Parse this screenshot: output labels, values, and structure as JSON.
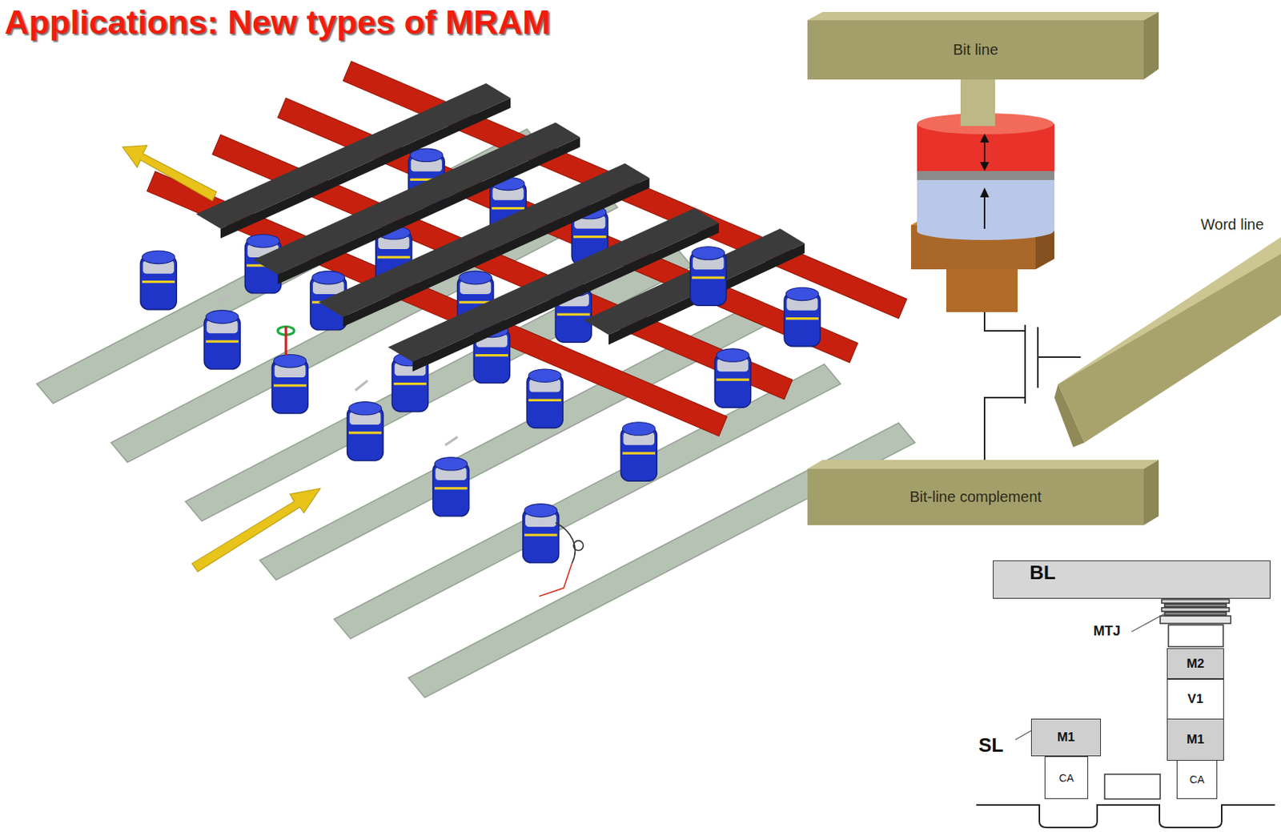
{
  "diagram": {
    "title": "Applications: New types of MRAM",
    "nodes": [
      {
        "text": [
          "Bit line"
        ]
      },
      {
        "text": [
          "Word line"
        ]
      },
      {
        "text": [
          "Bit-line complement"
        ]
      },
      {
        "text": [
          "BL"
        ]
      },
      {
        "text": [
          "M2"
        ]
      },
      {
        "text": [
          "V1"
        ]
      },
      {
        "text": [
          "M1"
        ]
      },
      {
        "text": [
          "M1"
        ]
      },
      {
        "text": [
          "CA"
        ]
      },
      {
        "text": [
          "CA"
        ]
      }
    ],
    "labels": [
      "MTJ",
      "SL"
    ]
  }
}
